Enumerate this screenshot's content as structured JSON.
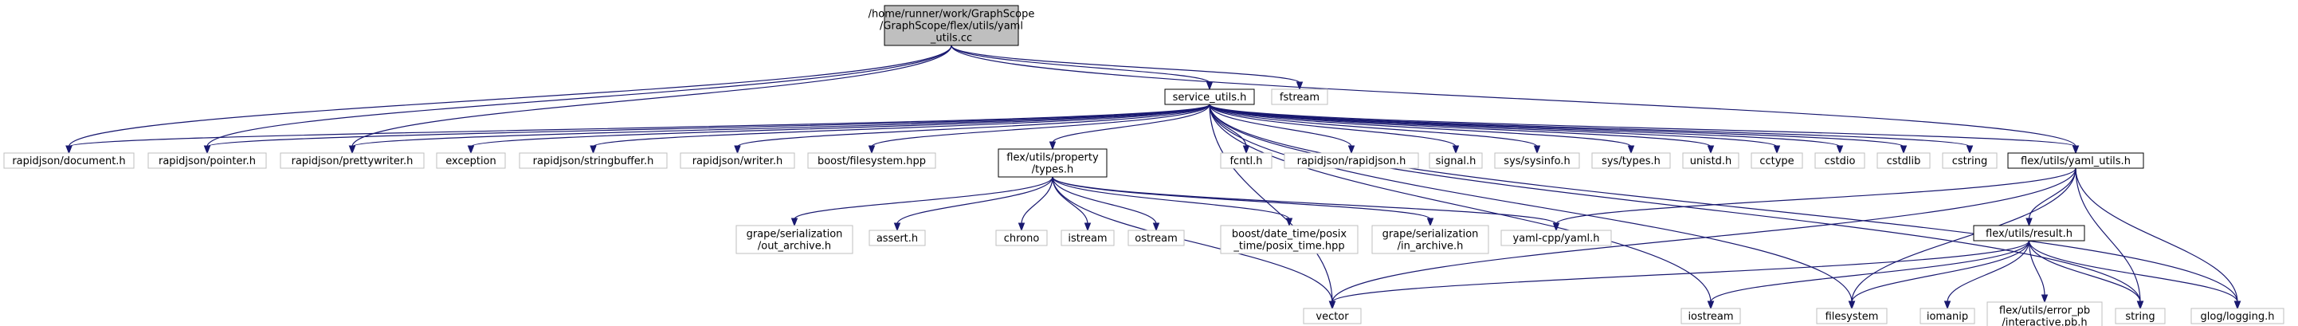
{
  "graph": {
    "root": "root",
    "nodes": [
      {
        "id": "root",
        "lines": [
          "/home/runner/work/GraphScope",
          "/GraphScope/flex/utils/yaml",
          "_utils.cc"
        ],
        "style": "root"
      },
      {
        "id": "service_utils",
        "lines": [
          "service_utils.h"
        ],
        "style": "header"
      },
      {
        "id": "fstream",
        "lines": [
          "fstream"
        ],
        "style": "leaf"
      },
      {
        "id": "rj_document",
        "lines": [
          "rapidjson/document.h"
        ],
        "style": "leaf"
      },
      {
        "id": "rj_pointer",
        "lines": [
          "rapidjson/pointer.h"
        ],
        "style": "leaf"
      },
      {
        "id": "rj_prettywriter",
        "lines": [
          "rapidjson/prettywriter.h"
        ],
        "style": "leaf"
      },
      {
        "id": "exception",
        "lines": [
          "exception"
        ],
        "style": "leaf"
      },
      {
        "id": "rj_stringbuffer",
        "lines": [
          "rapidjson/stringbuffer.h"
        ],
        "style": "leaf"
      },
      {
        "id": "rj_writer",
        "lines": [
          "rapidjson/writer.h"
        ],
        "style": "leaf"
      },
      {
        "id": "boost_filesystem",
        "lines": [
          "boost/filesystem.hpp"
        ],
        "style": "leaf"
      },
      {
        "id": "property_types",
        "lines": [
          "flex/utils/property",
          "/types.h"
        ],
        "style": "header"
      },
      {
        "id": "fcntl",
        "lines": [
          "fcntl.h"
        ],
        "style": "leaf"
      },
      {
        "id": "rj_rapidjson",
        "lines": [
          "rapidjson/rapidjson.h"
        ],
        "style": "leaf"
      },
      {
        "id": "signal",
        "lines": [
          "signal.h"
        ],
        "style": "leaf"
      },
      {
        "id": "sysinfo",
        "lines": [
          "sys/sysinfo.h"
        ],
        "style": "leaf"
      },
      {
        "id": "systypes",
        "lines": [
          "sys/types.h"
        ],
        "style": "leaf"
      },
      {
        "id": "unistd",
        "lines": [
          "unistd.h"
        ],
        "style": "leaf"
      },
      {
        "id": "cctype",
        "lines": [
          "cctype"
        ],
        "style": "leaf"
      },
      {
        "id": "cstdio",
        "lines": [
          "cstdio"
        ],
        "style": "leaf"
      },
      {
        "id": "cstdlib",
        "lines": [
          "cstdlib"
        ],
        "style": "leaf"
      },
      {
        "id": "cstring",
        "lines": [
          "cstring"
        ],
        "style": "leaf"
      },
      {
        "id": "yaml_utils_h",
        "lines": [
          "flex/utils/yaml_utils.h"
        ],
        "style": "header"
      },
      {
        "id": "grape_out",
        "lines": [
          "grape/serialization",
          "/out_archive.h"
        ],
        "style": "leaf"
      },
      {
        "id": "assert",
        "lines": [
          "assert.h"
        ],
        "style": "leaf"
      },
      {
        "id": "chrono",
        "lines": [
          "chrono"
        ],
        "style": "leaf"
      },
      {
        "id": "istream",
        "lines": [
          "istream"
        ],
        "style": "leaf"
      },
      {
        "id": "ostream",
        "lines": [
          "ostream"
        ],
        "style": "leaf"
      },
      {
        "id": "posix_time",
        "lines": [
          "boost/date_time/posix",
          "_time/posix_time.hpp"
        ],
        "style": "leaf"
      },
      {
        "id": "grape_in",
        "lines": [
          "grape/serialization",
          "/in_archive.h"
        ],
        "style": "leaf"
      },
      {
        "id": "yamlcpp",
        "lines": [
          "yaml-cpp/yaml.h"
        ],
        "style": "leaf"
      },
      {
        "id": "result",
        "lines": [
          "flex/utils/result.h"
        ],
        "style": "header"
      },
      {
        "id": "vector",
        "lines": [
          "vector"
        ],
        "style": "leaf"
      },
      {
        "id": "iostream",
        "lines": [
          "iostream"
        ],
        "style": "leaf"
      },
      {
        "id": "filesystem",
        "lines": [
          "filesystem"
        ],
        "style": "leaf"
      },
      {
        "id": "iomanip",
        "lines": [
          "iomanip"
        ],
        "style": "leaf"
      },
      {
        "id": "error_pb",
        "lines": [
          "flex/utils/error_pb",
          "/interactive.pb.h"
        ],
        "style": "leaf"
      },
      {
        "id": "string",
        "lines": [
          "string"
        ],
        "style": "leaf"
      },
      {
        "id": "glog",
        "lines": [
          "glog/logging.h"
        ],
        "style": "leaf"
      }
    ],
    "edges": [
      [
        "root",
        "service_utils"
      ],
      [
        "root",
        "fstream"
      ],
      [
        "root",
        "rj_document"
      ],
      [
        "root",
        "rj_pointer"
      ],
      [
        "root",
        "rj_prettywriter"
      ],
      [
        "root",
        "yaml_utils_h"
      ],
      [
        "service_utils",
        "rj_document"
      ],
      [
        "service_utils",
        "rj_pointer"
      ],
      [
        "service_utils",
        "rj_prettywriter"
      ],
      [
        "service_utils",
        "exception"
      ],
      [
        "service_utils",
        "rj_stringbuffer"
      ],
      [
        "service_utils",
        "rj_writer"
      ],
      [
        "service_utils",
        "boost_filesystem"
      ],
      [
        "service_utils",
        "property_types"
      ],
      [
        "service_utils",
        "fcntl"
      ],
      [
        "service_utils",
        "rj_rapidjson"
      ],
      [
        "service_utils",
        "signal"
      ],
      [
        "service_utils",
        "sysinfo"
      ],
      [
        "service_utils",
        "systypes"
      ],
      [
        "service_utils",
        "unistd"
      ],
      [
        "service_utils",
        "cctype"
      ],
      [
        "service_utils",
        "cstdio"
      ],
      [
        "service_utils",
        "cstdlib"
      ],
      [
        "service_utils",
        "cstring"
      ],
      [
        "service_utils",
        "yaml_utils_h"
      ],
      [
        "service_utils",
        "vector"
      ],
      [
        "service_utils",
        "iostream"
      ],
      [
        "service_utils",
        "filesystem"
      ],
      [
        "service_utils",
        "string"
      ],
      [
        "service_utils",
        "glog"
      ],
      [
        "property_types",
        "grape_out"
      ],
      [
        "property_types",
        "assert"
      ],
      [
        "property_types",
        "chrono"
      ],
      [
        "property_types",
        "istream"
      ],
      [
        "property_types",
        "ostream"
      ],
      [
        "property_types",
        "posix_time"
      ],
      [
        "property_types",
        "grape_in"
      ],
      [
        "property_types",
        "yamlcpp"
      ],
      [
        "property_types",
        "vector"
      ],
      [
        "yaml_utils_h",
        "yamlcpp"
      ],
      [
        "yaml_utils_h",
        "result"
      ],
      [
        "yaml_utils_h",
        "vector"
      ],
      [
        "yaml_utils_h",
        "filesystem"
      ],
      [
        "yaml_utils_h",
        "string"
      ],
      [
        "yaml_utils_h",
        "glog"
      ],
      [
        "result",
        "iostream"
      ],
      [
        "result",
        "filesystem"
      ],
      [
        "result",
        "iomanip"
      ],
      [
        "result",
        "error_pb"
      ],
      [
        "result",
        "string"
      ],
      [
        "result",
        "glog"
      ],
      [
        "result",
        "vector"
      ]
    ]
  },
  "colors": {
    "edge": "#191970",
    "root_fill": "#bfbfbf",
    "root_border": "#000000",
    "header_fill": "#ffffff",
    "header_border": "#000000",
    "leaf_fill": "#ffffff",
    "leaf_border": "#bfbfbf",
    "text": "#000000"
  }
}
